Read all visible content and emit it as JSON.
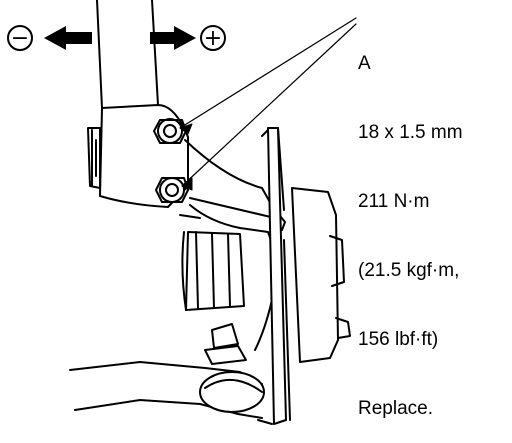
{
  "callout": {
    "letter": "A",
    "size": "18 x 1.5 mm",
    "torque_nm": "211 N·m",
    "torque_kgf": "(21.5 kgf·m,",
    "torque_lbf": "156 lbf·ft)",
    "note": "Replace."
  },
  "direction": {
    "minus_symbol": "−",
    "plus_symbol": "+"
  }
}
